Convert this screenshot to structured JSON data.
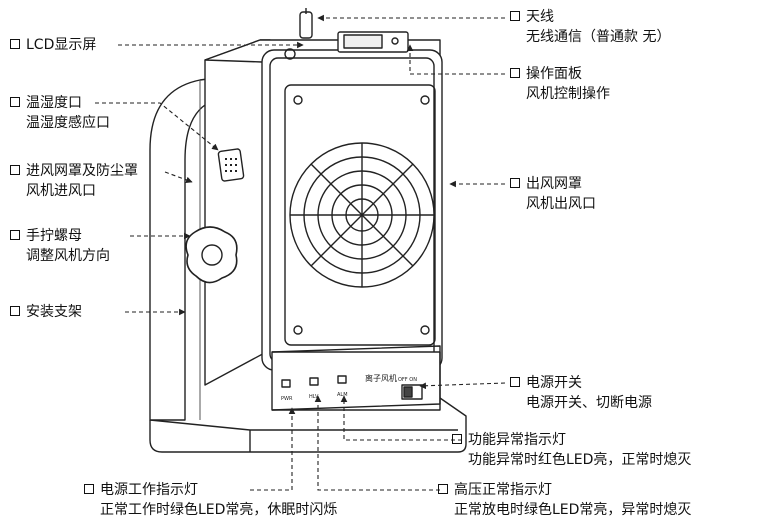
{
  "device": {
    "panel_text": "离子风机",
    "indicator_labels": [
      "PWR",
      "HLV",
      "ALM"
    ],
    "switch_label": "OFF ON"
  },
  "callouts": {
    "antenna": {
      "title": "天线",
      "desc": "无线通信（普通款 无）"
    },
    "lcd": {
      "title": "LCD显示屏"
    },
    "humidity": {
      "title": "温湿度口",
      "desc": "温湿度感应口"
    },
    "inlet": {
      "title": "进风网罩及防尘罩",
      "desc": "风机进风口"
    },
    "knob": {
      "title": "手拧螺母",
      "desc": "调整风机方向"
    },
    "bracket": {
      "title": "安装支架"
    },
    "panel": {
      "title": "操作面板",
      "desc": "风机控制操作"
    },
    "outlet": {
      "title": "出风网罩",
      "desc": "风机出风口"
    },
    "power_switch": {
      "title": "电源开关",
      "desc": "电源开关、切断电源"
    },
    "alarm_led": {
      "title": "功能异常指示灯",
      "desc": "功能异常时红色LED亮，正常时熄灭"
    },
    "power_led": {
      "title": "电源工作指示灯",
      "desc": "正常工作时绿色LED常亮，休眠时闪烁"
    },
    "hv_led": {
      "title": "高压正常指示灯",
      "desc": "正常放电时绿色LED常亮，异常时熄灭"
    }
  }
}
